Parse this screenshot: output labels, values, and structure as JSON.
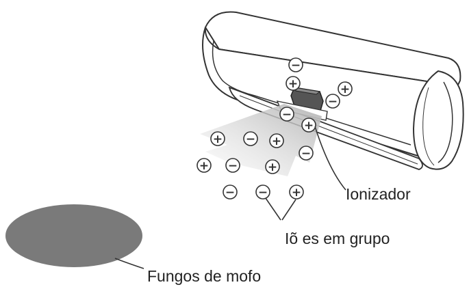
{
  "labels": {
    "ionizer": "Ionizador",
    "ion_group": "Iõ es em grupo",
    "mold_fungi": "Fungos de mofo"
  },
  "ions": {
    "plus_symbol": "+",
    "minus_symbol": "−"
  },
  "colors": {
    "outline": "#333333",
    "air_flow": "#c8c8c8",
    "mold": "#7a7a7a",
    "unit_body": "#ffffff"
  },
  "icons": {
    "positive_ion": "plus-circle-icon",
    "negative_ion": "minus-circle-icon"
  }
}
